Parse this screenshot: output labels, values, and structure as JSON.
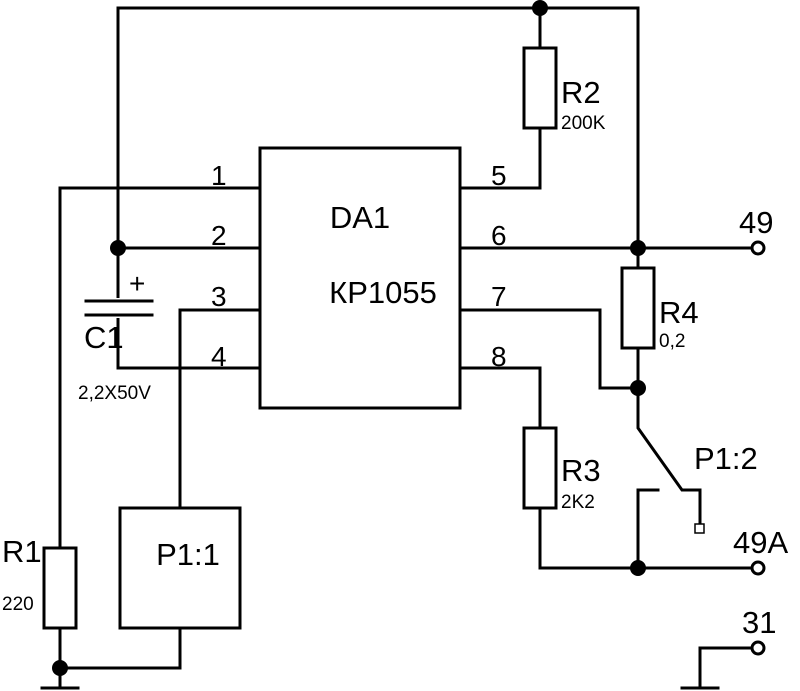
{
  "ic": {
    "name": "DA1",
    "part": "КР1055",
    "pins": [
      "1",
      "2",
      "3",
      "4",
      "5",
      "6",
      "7",
      "8"
    ]
  },
  "capacitor": {
    "ref": "C1",
    "value": "2,2X50V",
    "polarity": "+"
  },
  "resistors": [
    {
      "ref": "R1",
      "value": "220"
    },
    {
      "ref": "R2",
      "value": "200K"
    },
    {
      "ref": "R3",
      "value": "2K2"
    },
    {
      "ref": "R4",
      "value": "0,2"
    }
  ],
  "relay": {
    "coil": "P1:1",
    "contact": "P1:2"
  },
  "terminals": [
    "49",
    "49A",
    "31"
  ],
  "colors": {
    "ink": "#000000",
    "background": "#ffffff"
  }
}
